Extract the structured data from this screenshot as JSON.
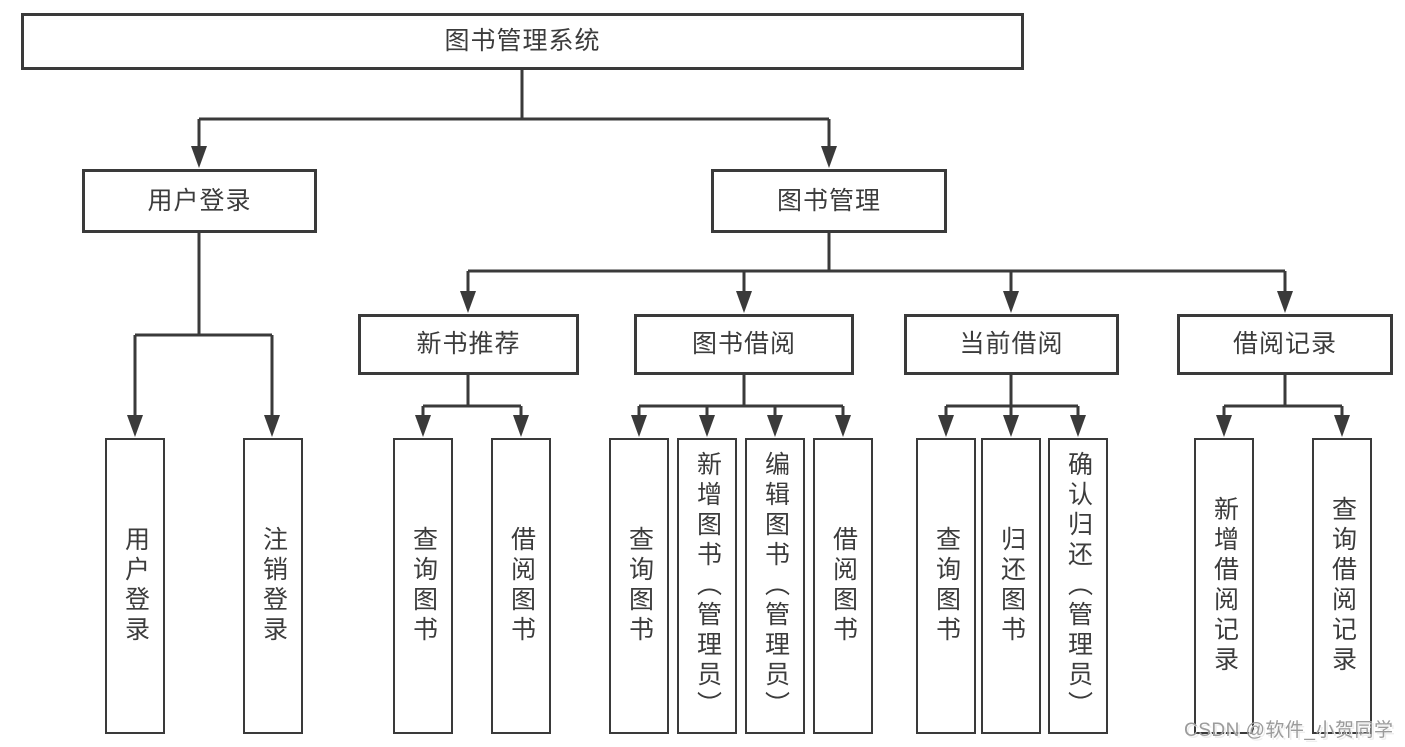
{
  "colors": {
    "line": "#3a3a3a",
    "text": "#3c3c3c",
    "watermark-color": "#9b9b9b"
  },
  "tree": {
    "root": {
      "label": "图书管理系统",
      "children": [
        {
          "label": "用户登录",
          "children": [
            {
              "label": "用户登录"
            },
            {
              "label": "注销登录"
            }
          ]
        },
        {
          "label": "图书管理",
          "children": [
            {
              "label": "新书推荐",
              "children": [
                {
                  "label": "查询图书"
                },
                {
                  "label": "借阅图书"
                }
              ]
            },
            {
              "label": "图书借阅",
              "children": [
                {
                  "label": "查询图书"
                },
                {
                  "label": "新增图书（管理员）"
                },
                {
                  "label": "编辑图书（管理员）"
                },
                {
                  "label": "借阅图书"
                }
              ]
            },
            {
              "label": "当前借阅",
              "children": [
                {
                  "label": "查询图书"
                },
                {
                  "label": "归还图书"
                },
                {
                  "label": "确认归还（管理员）"
                }
              ]
            },
            {
              "label": "借阅记录",
              "children": [
                {
                  "label": "新增借阅记录"
                },
                {
                  "label": "查询借阅记录"
                }
              ]
            }
          ]
        }
      ]
    }
  },
  "watermark": {
    "text": "CSDN @软件_小贺同学"
  }
}
